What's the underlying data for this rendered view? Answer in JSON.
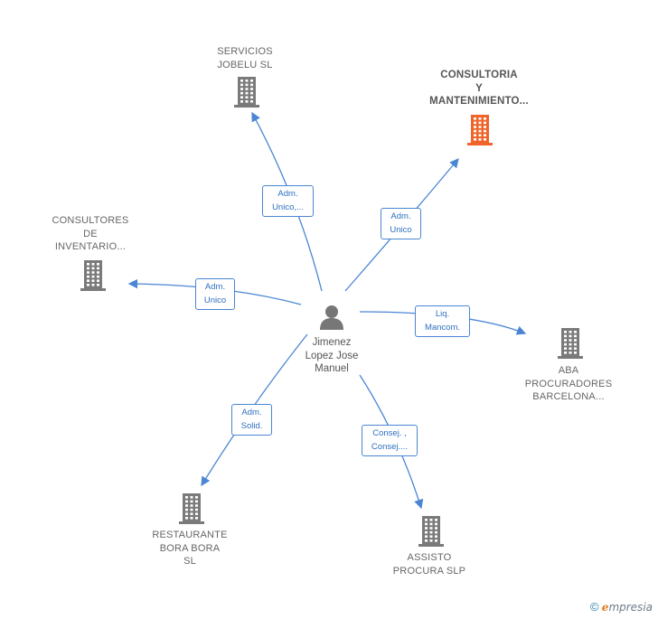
{
  "center": {
    "name": "Jimenez\nLopez Jose\nManuel"
  },
  "companies": [
    {
      "id": "servicios",
      "name": "SERVICIOS\nJOBELU  SL",
      "highlight": false
    },
    {
      "id": "consultoria",
      "name": "CONSULTORIA\nY\nMANTENIMIENTO...",
      "highlight": true
    },
    {
      "id": "consultores",
      "name": "CONSULTORES\nDE\nINVENTARIO...",
      "highlight": false
    },
    {
      "id": "aba",
      "name": "ABA\nPROCURADORES\nBARCELONA...",
      "highlight": false
    },
    {
      "id": "restaurante",
      "name": "RESTAURANTE\nBORA BORA\nSL",
      "highlight": false
    },
    {
      "id": "assisto",
      "name": "ASSISTO\nPROCURA  SLP",
      "highlight": false
    }
  ],
  "relations": [
    {
      "target": "servicios",
      "label": "Adm.\nUnico,..."
    },
    {
      "target": "consultoria",
      "label": "Adm.\nUnico"
    },
    {
      "target": "consultores",
      "label": "Adm.\nUnico"
    },
    {
      "target": "aba",
      "label": "Liq.\nMancom."
    },
    {
      "target": "restaurante",
      "label": "Adm.\nSolid."
    },
    {
      "target": "assisto",
      "label": "Consej. ,\nConsej...."
    }
  ],
  "colors": {
    "edge": "#4a86d4",
    "building": "#7a7a7a",
    "highlight_building": "#f0642a",
    "person": "#777777"
  },
  "footer": {
    "copyright": "©",
    "brand_initial": "e",
    "brand_rest": "mpresia"
  }
}
